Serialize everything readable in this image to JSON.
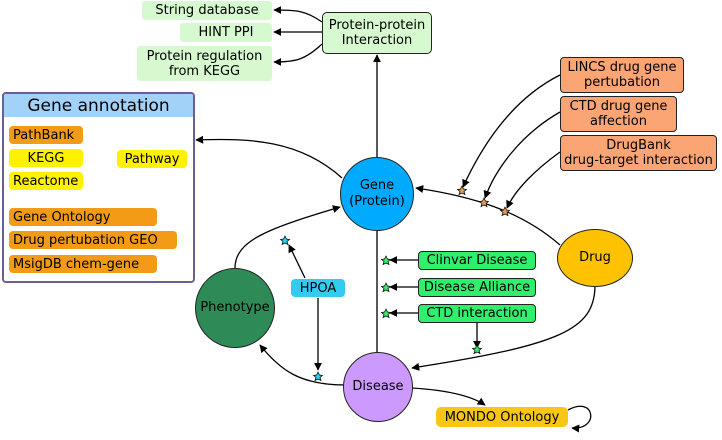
{
  "nodes": {
    "gene": "Gene\n(Protein)",
    "drug": "Drug",
    "phenotype": "Phenotype",
    "disease": "Disease",
    "ppi": "Protein-protein\nInteraction",
    "string_db": "String database",
    "hint_ppi": "HINT PPI",
    "protein_regulation": "Protein regulation\nfrom KEGG",
    "lincs": "LINCS drug gene\npertubation",
    "ctd_drug": "CTD drug gene\naffection",
    "drugbank": "DrugBank\ndrug-target interaction",
    "clinvar": "Clinvar Disease",
    "disease_alliance": "Disease Alliance",
    "ctd_interaction": "CTD interaction",
    "hpoa": "HPOA",
    "mondo": "MONDO Ontology"
  },
  "gene_annotation": {
    "title": "Gene annotation",
    "pathbank": "PathBank",
    "kegg": "KEGG",
    "reactome": "Reactome",
    "pathway": "Pathway",
    "gene_ontology": "Gene Ontology",
    "drug_pertubation_geo": "Drug pertubation GEO",
    "msigdb": "MsigDB chem-gene"
  },
  "colors": {
    "gene": "#00aaff",
    "drug": "#ffc200",
    "phenotype": "#2e8b57",
    "disease": "#cc99ff",
    "source_pale": "#d6f9d0",
    "source_salmon": "#fba474",
    "source_green": "#30ef6c",
    "annotation_orange": "#f39a16",
    "annotation_yellow": "#fff200",
    "mondo": "#f7c617",
    "hpoa": "#33ccf0",
    "panel_header": "#a3d2f8"
  },
  "icons": {
    "star": "star-icon",
    "arrow": "arrow-head-icon",
    "self_loop": "self-loop-icon"
  }
}
